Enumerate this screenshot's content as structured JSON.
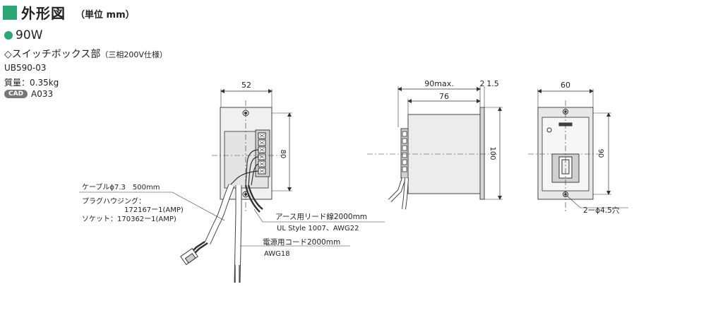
{
  "header": {
    "title": "外形図",
    "unit": "（単位 mm）"
  },
  "spec": {
    "output": "90W",
    "subtitle": "◇スイッチボックス部",
    "subtitle_note": "（三相200V仕様）",
    "model": "UB590-03",
    "mass": "質量：0.35kg",
    "cad_badge": "CAD",
    "cad_code": "A033"
  },
  "front_view": {
    "width_dim": "52",
    "height_dim": "80",
    "cable_label": "ケーブルϕ7.3　500mm",
    "housing_label": "プラグハウジング：",
    "housing_part": "172167ー1(AMP)",
    "socket_label": "ソケット：170362ー1(AMP)",
    "earth_lead_label": "アース用リード線2000mm",
    "earth_lead_spec": "UL Style 1007、AWG22",
    "power_cord_label": "電源用コード2000mm",
    "power_cord_spec": "AWG18"
  },
  "side_view": {
    "max_dim": "90max.",
    "flange_dim": "2",
    "flange_gap_dim": "1.5",
    "body_dim": "76",
    "height_dim": "100"
  },
  "panel_view": {
    "width_dim": "60",
    "height_dim": "90",
    "hole_label": "2ーϕ4.5穴"
  },
  "colors": {
    "accent": "#2aa873",
    "line": "#333333"
  }
}
